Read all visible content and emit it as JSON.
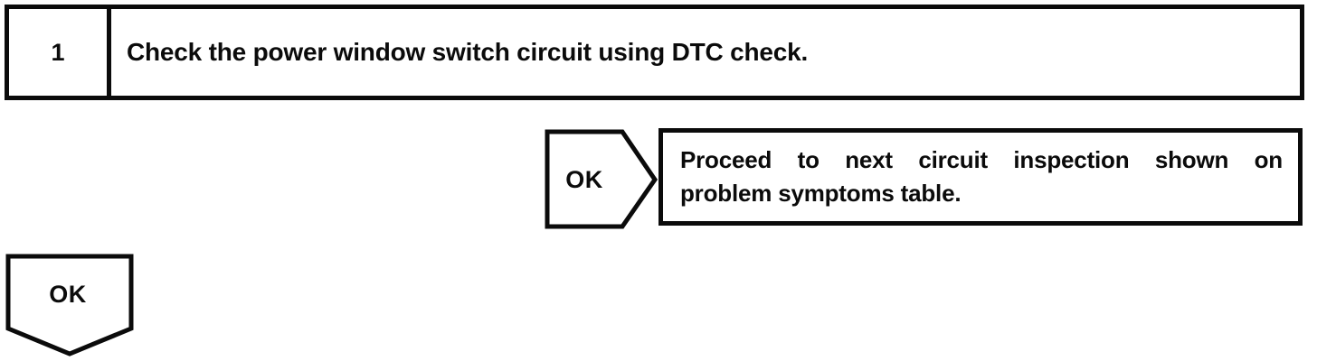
{
  "colors": {
    "ink": "#0b0b0b",
    "paper": "#ffffff"
  },
  "step_row": {
    "number": "1",
    "instruction": "Check the power window switch circuit using DTC check."
  },
  "ok_result_branch": {
    "connector_label": "OK",
    "box_line1": "Proceed to next circuit inspection shown on",
    "box_line2": "problem symptoms table."
  },
  "ok_exit_branch": {
    "connector_label": "OK"
  }
}
